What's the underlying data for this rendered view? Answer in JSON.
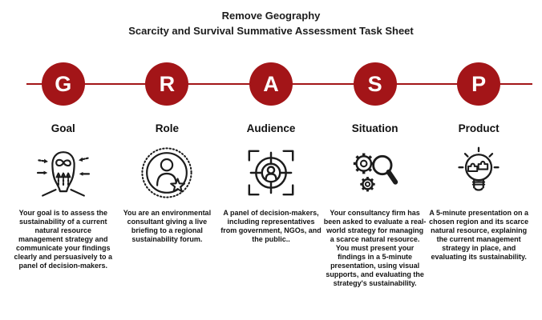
{
  "title": {
    "line1": "Remove Geography",
    "line2": "Scarcity and Survival Summative Assessment Task Sheet"
  },
  "colors": {
    "accent": "#a31518",
    "ink": "#1c1c1c",
    "background": "#ffffff"
  },
  "columns": [
    {
      "letter": "G",
      "label": "Goal",
      "icon": "mindset-head-icon",
      "description": "Your goal is to assess the sustainability of a current natural resource management strategy and communicate your findings clearly and persuasively to a panel of decision-makers."
    },
    {
      "letter": "R",
      "label": "Role",
      "icon": "consultant-badge-icon",
      "description": "You are an environmental consultant giving a live briefing to a regional sustainability forum."
    },
    {
      "letter": "A",
      "label": "Audience",
      "icon": "target-audience-icon",
      "description": "A panel of decision-makers, including representatives from government, NGOs, and the public.."
    },
    {
      "letter": "S",
      "label": "Situation",
      "icon": "gears-magnifier-icon",
      "description": "Your consultancy firm has been asked to evaluate a real-world strategy for managing a scarce natural resource. You must present your findings in a 5-minute presentation, using visual supports, and evaluating the strategy's sustainability."
    },
    {
      "letter": "P",
      "label": "Product",
      "icon": "lightbulb-puzzle-icon",
      "description": "A 5-minute presentation on a chosen region and its scarce natural resource, explaining the current management strategy in place, and evaluating its sustainability."
    }
  ]
}
